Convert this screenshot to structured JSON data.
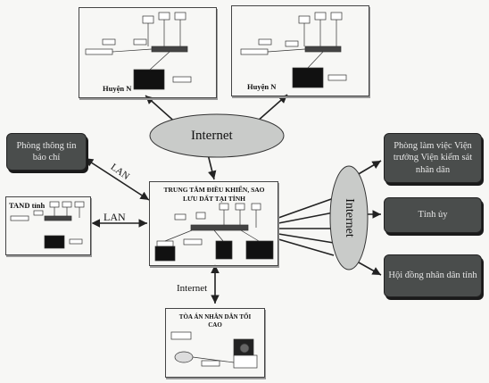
{
  "internet_top": "Internet",
  "internet_right": "Internet",
  "internet_down": "Internet",
  "lan_upper": "LAN",
  "lan_lower": "LAN",
  "district_1": "Huyện N",
  "district_2": "Huyện N",
  "press_office": "Phòng thông tin báo chí",
  "province_court": "TAND tỉnh",
  "center_title": "TRUNG TÂM ĐIỀU KHIỂN, SAO LƯU DẤT TẠI TỈNH",
  "supreme_court": "TÒA ÁN NHÂN DÂN TỐI CAO",
  "right_targets": [
    "Phòng làm việc Viện trưởng Viện kiểm sát nhân dân",
    "Tỉnh ủy",
    "Hội đồng nhân dân tỉnh"
  ],
  "colors": {
    "cloud": "#c9cbc9",
    "dark_box": "#4a4d4c",
    "line": "#222222"
  }
}
